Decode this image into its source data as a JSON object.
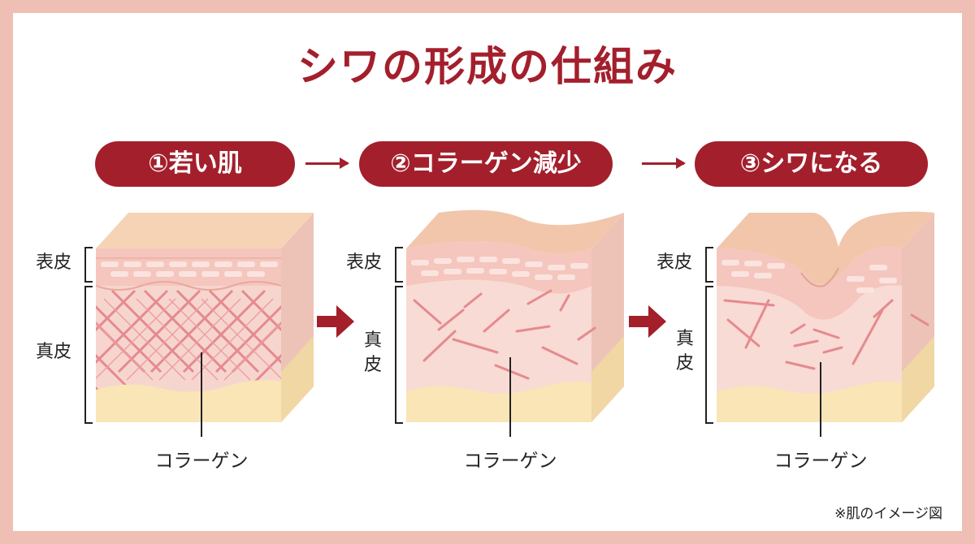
{
  "title": "シワの形成の仕組み",
  "steps": [
    {
      "label": "①若い肌"
    },
    {
      "label": "②コラーゲン減少"
    },
    {
      "label": "③シワになる"
    }
  ],
  "layers": {
    "epidermis": "表皮",
    "dermis": "真皮",
    "dermis_top": "真",
    "dermis_bottom": "皮",
    "collagen": "コラーゲン"
  },
  "note": "※肌のイメージ図",
  "colors": {
    "accent": "#a31f2c",
    "frame": "#efbeb5",
    "skin_top": "#f6d5b8",
    "epidermis": "#f6cdc4",
    "dermis": "#f7d8d2",
    "fat": "#f9e6b8",
    "collagen": "#e58a8f"
  }
}
